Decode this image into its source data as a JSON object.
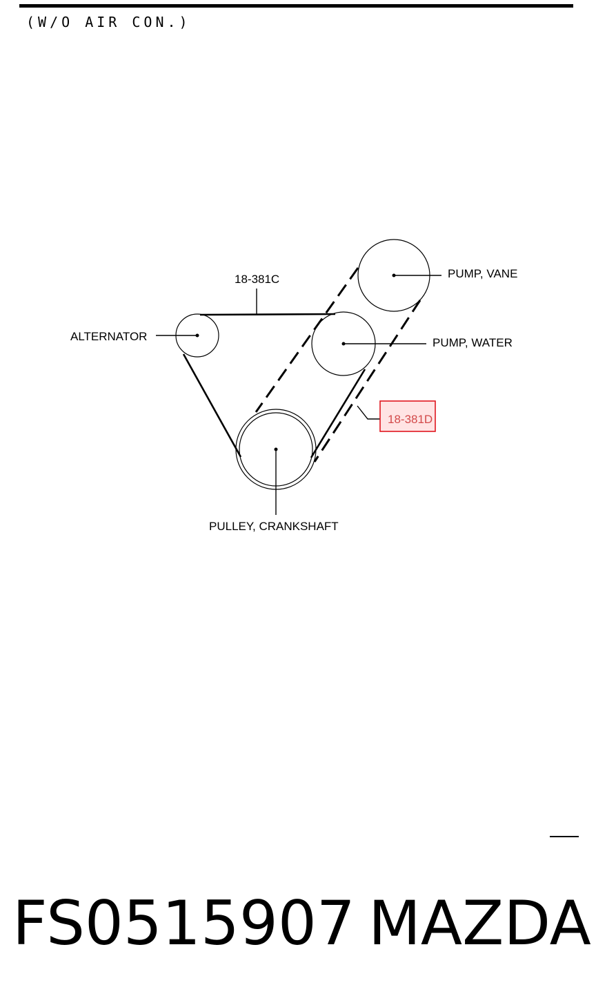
{
  "header": {
    "subtitle": "(W/O AIR CON.)"
  },
  "diagram": {
    "belts": {
      "upper": "18-381C",
      "lower": "18-381D"
    },
    "components": {
      "vane_pump": "PUMP, VANE",
      "water_pump": "PUMP, WATER",
      "alternator": "ALTERNATOR",
      "crankshaft_pulley": "PULLEY, CRANKSHAFT"
    },
    "colors": {
      "highlight_border": "#e0161e",
      "highlight_fill": "#ffe4e4",
      "highlight_text": "#d24a4a"
    }
  },
  "footer": {
    "part_number": "FS0515907",
    "brand": "MAZDA"
  }
}
